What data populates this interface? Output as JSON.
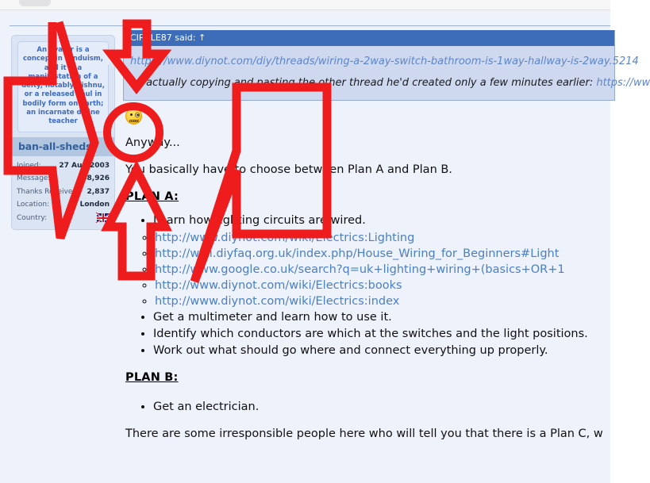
{
  "page": {
    "background_color": "#eef2fb",
    "annotation_color": "#ee1c1c"
  },
  "user_panel": {
    "avatar_text": "An avatar is a concept in Hinduism, and it is a manifestation of a deity, notably Vishnu, or a released soul in bodily form on earth; an incarnate divine teacher",
    "username": "ban-all-sheds",
    "stats": [
      {
        "label": "Joined:",
        "value": "27 Aug 2003"
      },
      {
        "label": "Messages:",
        "value": "68,926"
      },
      {
        "label": "Thanks Received:",
        "value": "2,837"
      },
      {
        "label": "Location:",
        "value": "London"
      },
      {
        "label": "Country:",
        "value": ""
      }
    ],
    "country_icon": "uk-flag-icon"
  },
  "quote": {
    "header": "CIRCLE87 said: ↑",
    "line1": "https://www.diynot.com/diy/threads/wiring-a-2way-switch-bathroom-is-1way-hallway-is-2way.5214",
    "line2_text": "by actually copying and pasting the other thread he'd created only a few minutes earlier: ",
    "line2_link": "https://ww"
  },
  "body": {
    "smiley_icon": "zipper-mouth-wink-smiley-icon",
    "anyway": "Anyway...",
    "intro": "You basically have to choose between Plan A and Plan B.",
    "plan_a_heading": "PLAN A:",
    "plan_a_first_bullet": "Learn how lighting circuits are wired.",
    "plan_a_links": [
      "http://www.diynot.com/wiki/Electrics:Lighting",
      "http://wiki.diyfaq.org.uk/index.php/House_Wiring_for_Beginners#Light",
      "http://www.google.co.uk/search?q=uk+lighting+wiring+(basics+OR+1",
      "http://www.diynot.com/wiki/Electrics:books",
      "http://www.diynot.com/wiki/Electrics:index"
    ],
    "plan_a_bullets": [
      "Get a multimeter and learn how to use it.",
      "Identify which conductors are which at the switches and the light positions.",
      "Work out what should go where and connect everything up properly."
    ],
    "plan_b_heading": "PLAN B:",
    "plan_b_bullets": [
      "Get an electrician."
    ],
    "closing": "There are some irresponsible people here who will tell you that there is a Plan C, w"
  },
  "annotations": {
    "circle_label": "red-circle-around-smiley",
    "arrow_down_label": "red-down-arrow-to-quote",
    "arrow_up_label": "red-up-arrow-to-plan-a",
    "arrow_left_label": "red-left-arrow-large",
    "bracket_label": "red-bracket-left"
  }
}
